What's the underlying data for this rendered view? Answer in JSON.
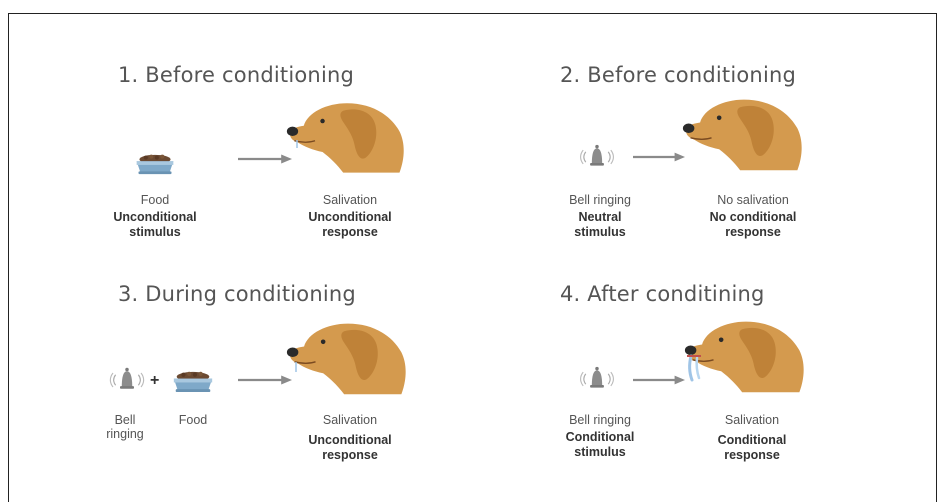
{
  "panels": [
    {
      "title": "1. Before conditioning",
      "left_item": "Food",
      "left_sub_1": "Unconditional",
      "left_sub_2": "stimulus",
      "right_item": "Salivation",
      "right_sub_1": "Unconditional",
      "right_sub_2": "response"
    },
    {
      "title": "2. Before conditioning",
      "left_item": "Bell ringing",
      "left_sub_1": "Neutral",
      "left_sub_2": "stimulus",
      "right_item": "No salivation",
      "right_sub_1": "No conditional",
      "right_sub_2": "response"
    },
    {
      "title": "3. During conditioning",
      "left_item_1": "Bell",
      "left_item_2": "ringing",
      "middle_item": "Food",
      "plus": "+",
      "right_item": "Salivation",
      "right_sub_1": "Unconditional",
      "right_sub_2": "response"
    },
    {
      "title": "4. After conditining",
      "left_item": "Bell ringing",
      "left_sub_1": "Conditional",
      "left_sub_2": "stimulus",
      "right_item": "Salivation",
      "right_sub_1": "Conditional",
      "right_sub_2": "response"
    }
  ],
  "colors": {
    "dog": "#d49a4e",
    "dog_ear": "#bf8238",
    "bowl": "#7fa9c9",
    "bell": "#8c8c8c",
    "arrow": "#8a8a8a",
    "drool": "#9fc4e6"
  }
}
